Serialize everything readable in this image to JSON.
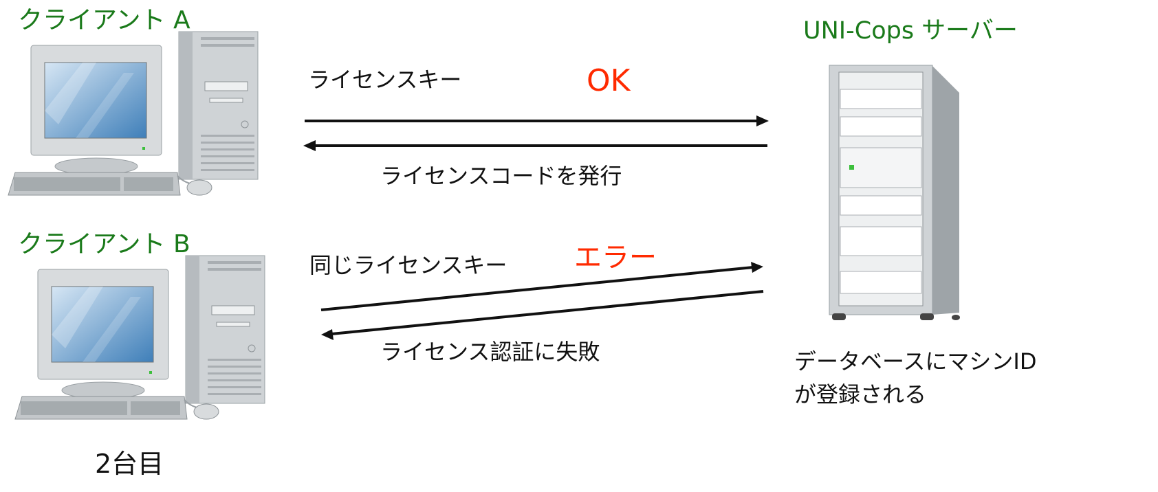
{
  "client_a": {
    "label": "クライアント A"
  },
  "client_b": {
    "label": "クライアント B",
    "note": "2台目"
  },
  "server": {
    "label": "UNI-Cops サーバー",
    "note_line1": "データベースにマシンID",
    "note_line2": "が登録される"
  },
  "flow_a": {
    "request_label": "ライセンスキー",
    "status": "OK",
    "response_label": "ライセンスコードを発行"
  },
  "flow_b": {
    "request_label": "同じライセンスキー",
    "status": "エラー",
    "response_label": "ライセンス認証に失敗"
  },
  "colors": {
    "client_label": "#1a7a1a",
    "status": "#ff2a00",
    "arrow": "#111111"
  }
}
